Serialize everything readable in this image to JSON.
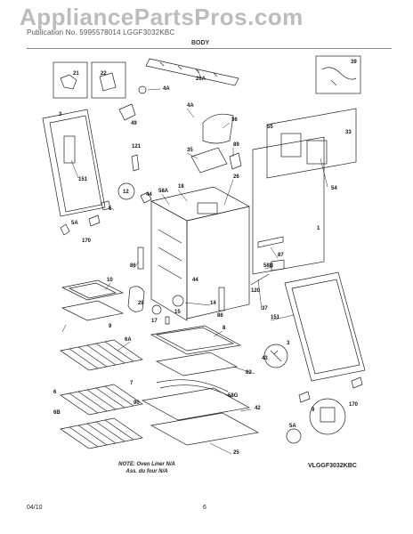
{
  "watermark": "AppliancePartsPros.com",
  "header": {
    "subtitle": "Publication No. 5995578014 LGGF3032KBC",
    "section": "BODY"
  },
  "labels": {
    "l21": "21",
    "l22": "22",
    "l26a": "26A",
    "l39": "39",
    "l4a1": "4A",
    "l49": "49",
    "l3a": "3",
    "l4a2": "4A",
    "l36": "36",
    "l55": "55",
    "l33": "33",
    "l89": "89",
    "l35": "35",
    "l121": "121",
    "l151a": "151",
    "l26": "26",
    "l54": "54",
    "l18": "18",
    "l58a": "58A",
    "l12": "12",
    "l44a": "44",
    "l5a": "5",
    "l5a2": "5A",
    "l170a": "170",
    "l1": "1",
    "l87": "87",
    "l58b": "58B",
    "l86a": "86",
    "l10": "10",
    "l44b": "44",
    "l14": "14",
    "l120": "120",
    "l28": "28",
    "l37": "37",
    "l15": "15",
    "l17": "17",
    "l86b": "86",
    "l151b": "151",
    "l9": "9",
    "l8": "8",
    "l6a": "6A",
    "l3b": "3",
    "l7": "7",
    "l43": "43",
    "l82": "82",
    "l6": "6",
    "l90": "90",
    "l58g": "58G",
    "l42": "42",
    "l6b": "6B",
    "l9b": "9",
    "l5a3": "5A",
    "l170b": "170",
    "l25": "25"
  },
  "note": {
    "line1": "NOTE: Oven Liner N/A",
    "line2": "Ass. du four N/A"
  },
  "model_code": "VLGGF3032KBC",
  "footer": {
    "date": "04/10",
    "page": "6"
  }
}
